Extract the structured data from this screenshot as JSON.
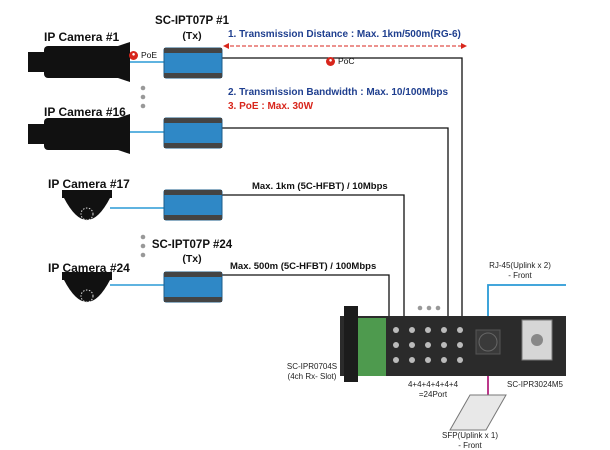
{
  "cameras": [
    {
      "label": "IP Camera #1",
      "type": "bullet"
    },
    {
      "label": "IP Camera #16",
      "type": "bullet"
    },
    {
      "label": "IP Camera #17",
      "type": "dome"
    },
    {
      "label": "IP Camera #24",
      "type": "dome"
    }
  ],
  "transmitters": {
    "top_title": "SC-IPT07P #1",
    "top_sub": "(Tx)",
    "bottom_title": "SC-IPT07P #24",
    "bottom_sub": "(Tx)"
  },
  "notes": {
    "distance": "1. Transmission Distance : Max. 1km/500m(RG-6)",
    "bandwidth": "2. Transmission Bandwidth : Max. 10/100Mbps",
    "poe": "3. PoE : Max. 30W"
  },
  "badges": {
    "poe": "PoE",
    "poc": "PoC"
  },
  "links": {
    "link17": "Max. 1km (5C-HFBT) / 10Mbps",
    "link24": "Max. 500m (5C-HFBT) / 100Mbps"
  },
  "receiver": {
    "card_label_line1": "SC-IPR0704S",
    "card_label_line2": "(4ch Rx- Slot)",
    "port_line1": "4+4+4+4+4+4",
    "port_line2": "=24Port",
    "chassis_label": "SC-IPR3024M5",
    "rj45_line1": "RJ-45(Uplink x 2)",
    "rj45_line2": "- Front",
    "sfp_line1": "SFP(Uplink x 1)",
    "sfp_line2": "- Front"
  },
  "colors": {
    "tx_body": "#2f88c6",
    "coax_line": "#111111",
    "eth_line": "#2a9ad6",
    "dim_arrow": "#d8261c",
    "uplink_rj45": "#2a9ad6",
    "uplink_sfp": "#b4237e"
  }
}
